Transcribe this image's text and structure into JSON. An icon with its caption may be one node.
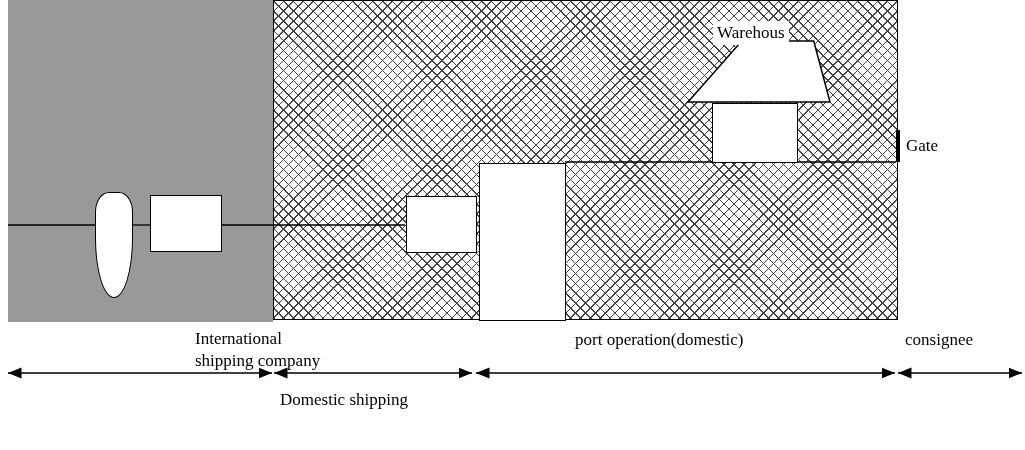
{
  "diagram": {
    "nodes": [
      {
        "text": [],
        "shape": "box"
      },
      {
        "text": [],
        "shape": "box"
      },
      {
        "text": [],
        "shape": "ship",
        "in": 0
      },
      {
        "text": [],
        "shape": "box",
        "in": 0
      },
      {
        "text": [],
        "shape": "box",
        "in": 1
      },
      {
        "text": [],
        "shape": "box",
        "in": 1
      },
      {
        "text": [
          "Warehous"
        ],
        "in": 1
      },
      {
        "text": [],
        "shape": "box",
        "in": 1
      },
      {
        "text": [],
        "shape": "bar",
        "beside": [
          "Gate"
        ]
      }
    ],
    "edges": [
      {
        "from": null,
        "to": 2,
        "arrow": "none"
      },
      {
        "from": 2,
        "to": 3,
        "arrow": "none"
      },
      {
        "from": 3,
        "to": 4,
        "arrow": "none"
      },
      {
        "from": 5,
        "to": 8,
        "arrow": "none"
      }
    ],
    "labels": [
      "International shipping company",
      "port operation(domestic)",
      "consignee",
      "Domestic shipping"
    ]
  }
}
